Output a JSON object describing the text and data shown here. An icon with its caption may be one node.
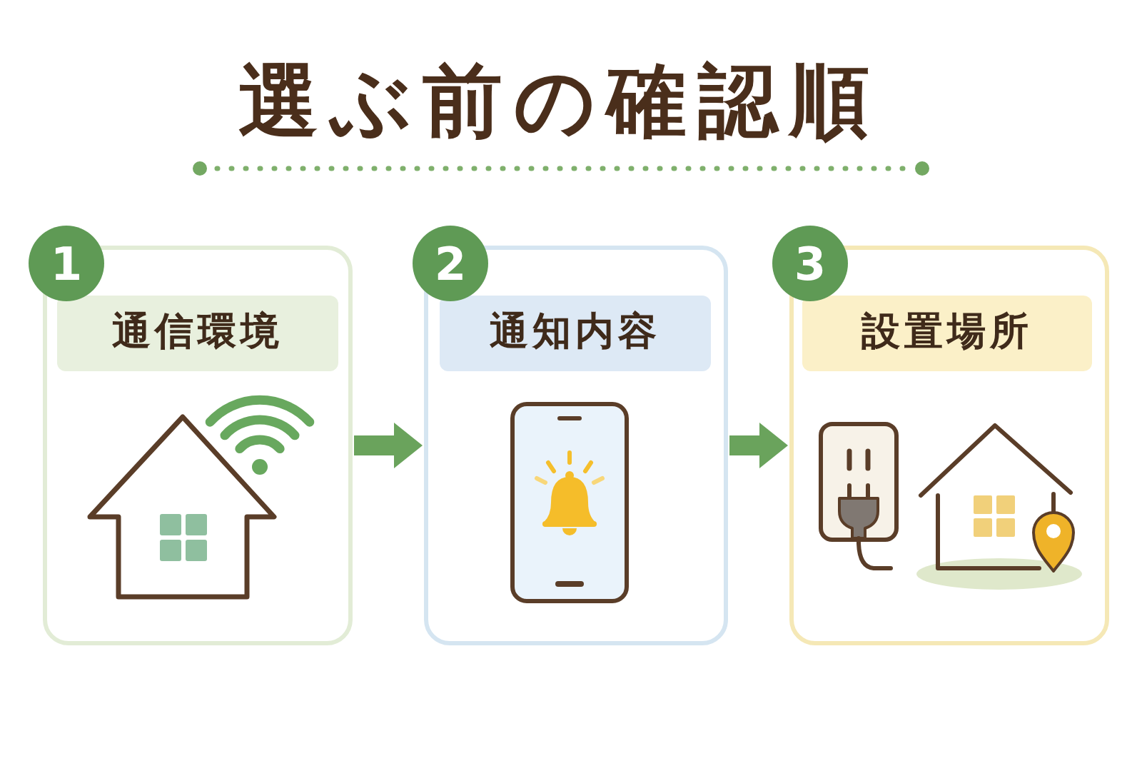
{
  "diagram": {
    "title": "選ぶ前の確認順",
    "nodes": [
      {
        "text": [
          "1"
        ]
      },
      {
        "text": [],
        "shape": "box"
      },
      {
        "text": [
          "通信環境"
        ],
        "in": 1
      },
      {
        "text": [
          "2"
        ]
      },
      {
        "text": [],
        "shape": "box"
      },
      {
        "text": [
          "通知内容"
        ],
        "in": 4
      },
      {
        "text": [
          "3"
        ]
      },
      {
        "text": [],
        "shape": "box"
      },
      {
        "text": [
          "設置場所"
        ],
        "in": 7
      }
    ],
    "edges": [
      {
        "from": 1,
        "to": 4,
        "arrow": "to"
      },
      {
        "from": 4,
        "to": 7,
        "arrow": "to"
      }
    ]
  }
}
